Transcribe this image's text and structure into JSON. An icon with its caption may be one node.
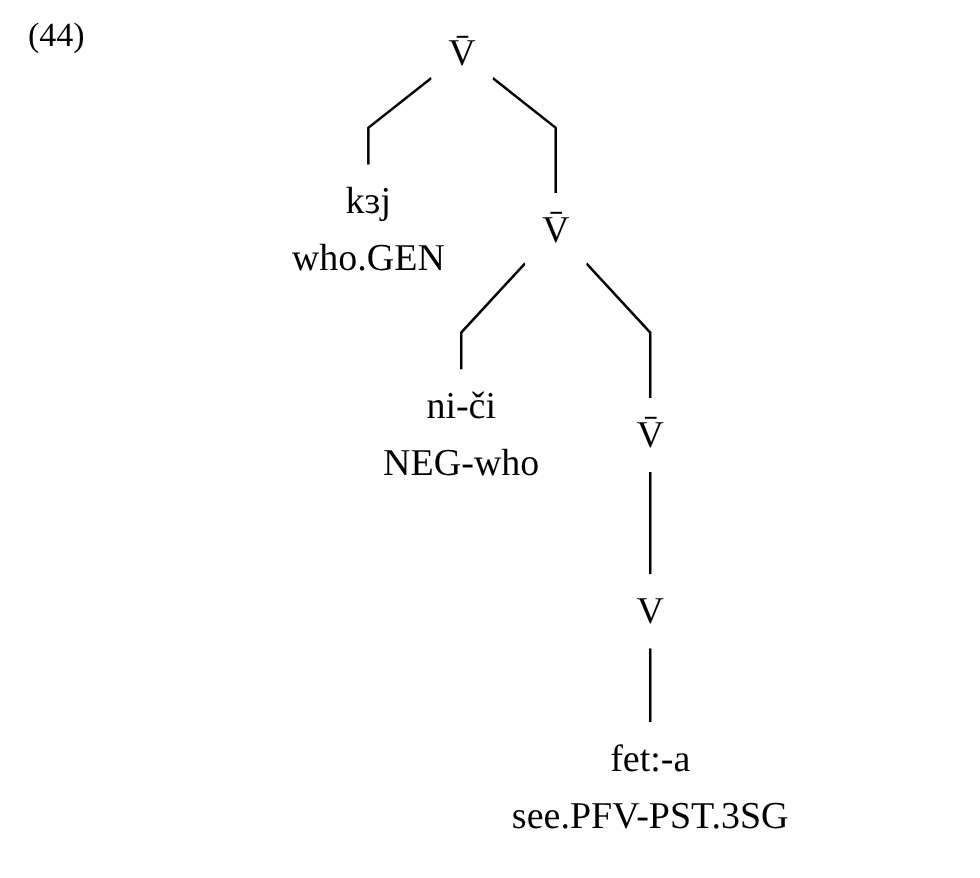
{
  "diagram": {
    "nodes": [
      {
        "text": [
          "V̄"
        ]
      },
      {
        "text": [
          "kɜj",
          "who.GEN"
        ]
      },
      {
        "text": [
          "V̄"
        ]
      },
      {
        "text": [
          "ni-či",
          "NEG-who"
        ]
      },
      {
        "text": [
          "V̄"
        ]
      },
      {
        "text": [
          "V"
        ]
      },
      {
        "text": [
          "fet:-a",
          "see.PFV-PST.3SG"
        ]
      }
    ],
    "edges": [
      {
        "from": 0,
        "to": 1,
        "arrow": "none"
      },
      {
        "from": 0,
        "to": 2,
        "arrow": "none"
      },
      {
        "from": 2,
        "to": 3,
        "arrow": "none"
      },
      {
        "from": 2,
        "to": 4,
        "arrow": "none"
      },
      {
        "from": 4,
        "to": 5,
        "arrow": "none"
      },
      {
        "from": 5,
        "to": 6,
        "arrow": "none"
      }
    ],
    "labels": [
      "(44)"
    ]
  }
}
